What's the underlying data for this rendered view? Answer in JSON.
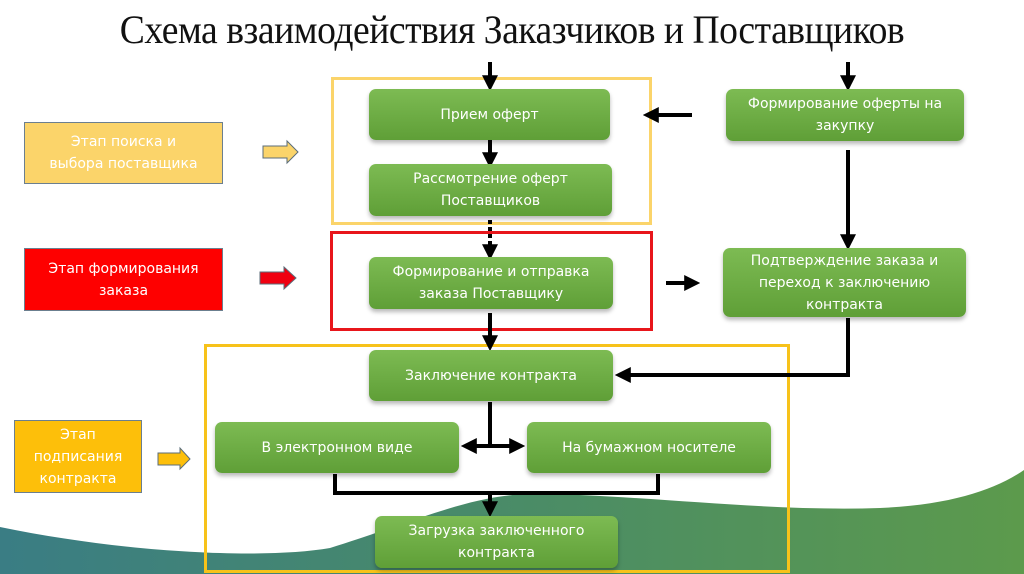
{
  "title": "Схема взаимодействия Заказчиков и Поставщиков",
  "stages": [
    {
      "label": "Этап поиска и выбора поставщика",
      "color": "#fbd46a"
    },
    {
      "label": "Этап формирования заказа",
      "color": "#fe0000"
    },
    {
      "label": "Этап подписания контракта",
      "color": "#fdbf0a"
    }
  ],
  "nodes": {
    "receive_offers": "Прием оферт",
    "review_offers": "Рассмотрение оферт Поставщиков",
    "form_offer": "Формирование оферты на закупку",
    "form_send_order": "Формирование и отправка заказа Поставщику",
    "confirm_order": "Подтверждение заказа и переход к заключению контракта",
    "conclude_contract": "Заключение контракта",
    "electronic": "В электронном виде",
    "paper": "На бумажном носителе",
    "upload_contract": "Загрузка заключенного контракта"
  },
  "colors": {
    "node_green": "#6aab42",
    "frame_search": "#fbd46a",
    "frame_order": "#e8161b",
    "frame_sign": "#f7c21a",
    "wave_green": "#5a9650",
    "wave_teal": "#3b7f82"
  }
}
